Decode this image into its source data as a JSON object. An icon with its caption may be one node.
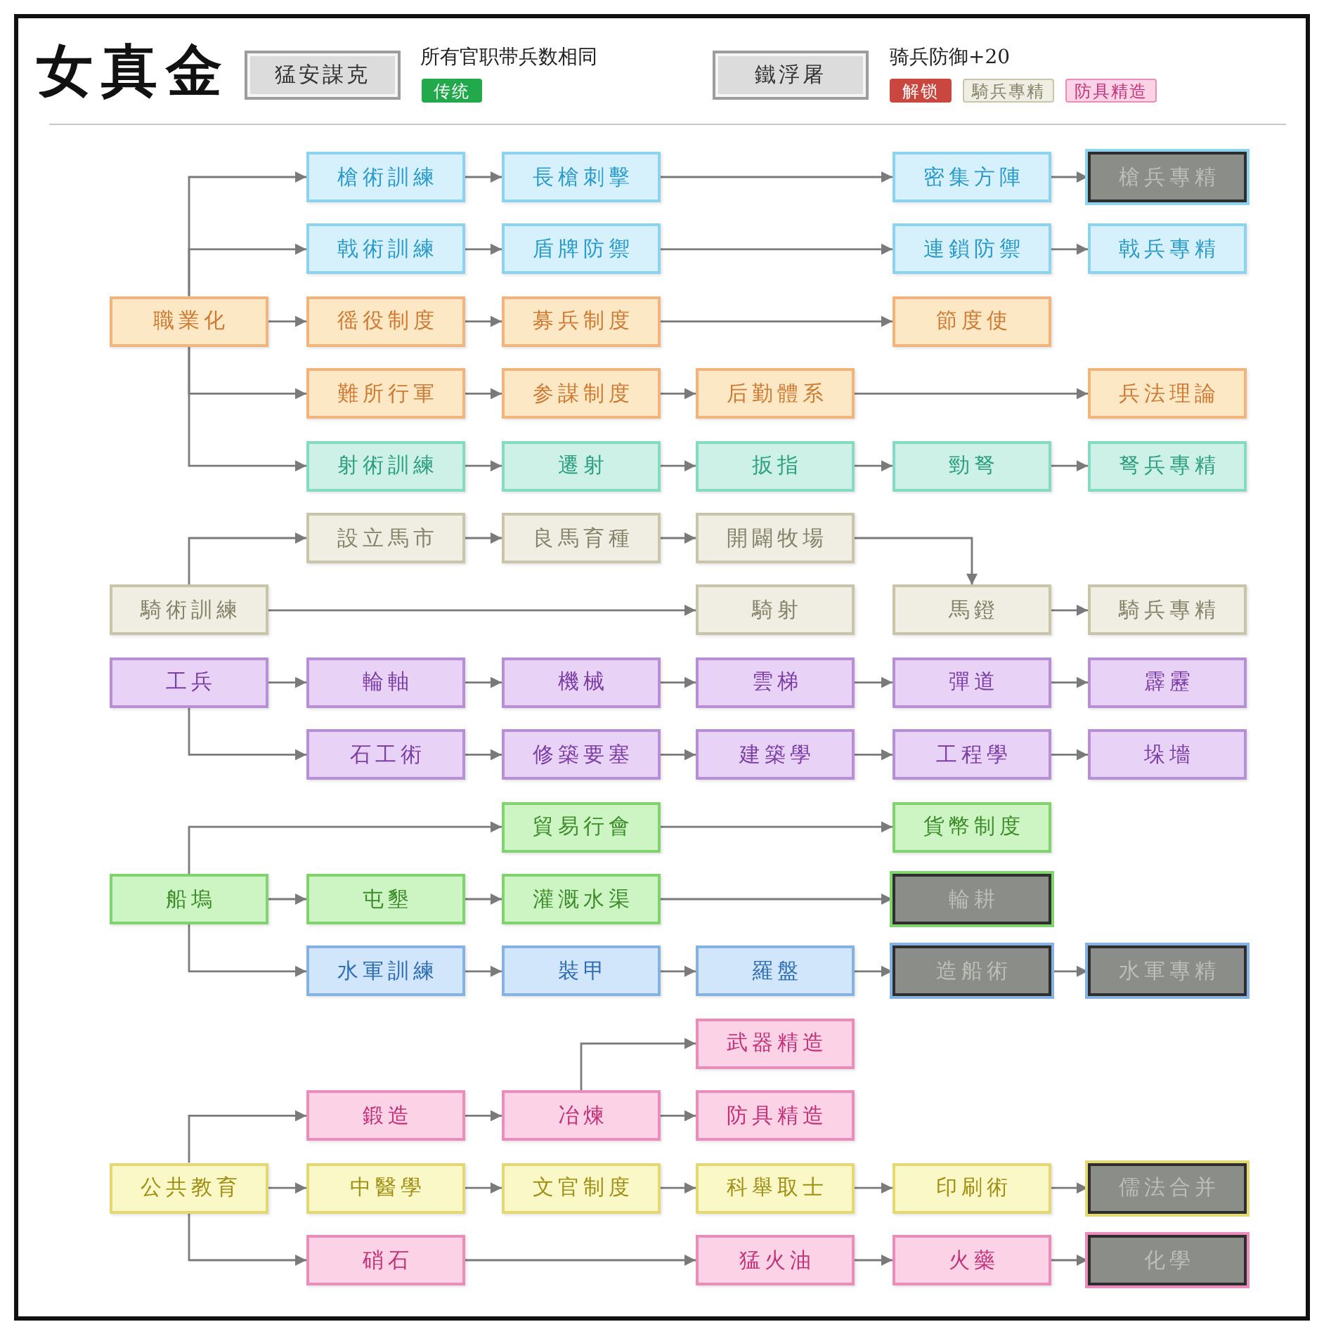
{
  "diagram": {
    "title": "女真金",
    "nodes": [
      {
        "text": [
          "猛安謀克"
        ],
        "beside": [
          "所有官职带兵数相同"
        ]
      },
      {
        "text": [
          "传统"
        ]
      },
      {
        "text": [
          "鐵浮屠"
        ],
        "beside": [
          "骑兵防御+20"
        ]
      },
      {
        "text": [
          "解锁"
        ]
      },
      {
        "text": [
          "騎兵專精"
        ]
      },
      {
        "text": [
          "防具精造"
        ]
      },
      {
        "text": [
          "槍術訓練"
        ]
      },
      {
        "text": [
          "長槍刺擊"
        ]
      },
      {
        "text": [
          "密集方陣"
        ]
      },
      {
        "text": [
          "槍兵專精"
        ]
      },
      {
        "text": [
          "戟術訓練"
        ]
      },
      {
        "text": [
          "盾牌防禦"
        ]
      },
      {
        "text": [
          "連鎖防禦"
        ]
      },
      {
        "text": [
          "戟兵專精"
        ]
      },
      {
        "text": [
          "職業化"
        ]
      },
      {
        "text": [
          "徭役制度"
        ]
      },
      {
        "text": [
          "募兵制度"
        ]
      },
      {
        "text": [
          "節度使"
        ]
      },
      {
        "text": [
          "難所行軍"
        ]
      },
      {
        "text": [
          "参謀制度"
        ]
      },
      {
        "text": [
          "后勤體系"
        ]
      },
      {
        "text": [
          "兵法理論"
        ]
      },
      {
        "text": [
          "射術訓練"
        ]
      },
      {
        "text": [
          "遷射"
        ]
      },
      {
        "text": [
          "扳指"
        ]
      },
      {
        "text": [
          "勁弩"
        ]
      },
      {
        "text": [
          "弩兵專精"
        ]
      },
      {
        "text": [
          "設立馬市"
        ]
      },
      {
        "text": [
          "良馬育種"
        ]
      },
      {
        "text": [
          "開闢牧場"
        ]
      },
      {
        "text": [
          "騎術訓練"
        ]
      },
      {
        "text": [
          "騎射"
        ]
      },
      {
        "text": [
          "馬鐙"
        ]
      },
      {
        "text": [
          "騎兵專精"
        ]
      },
      {
        "text": [
          "工兵"
        ]
      },
      {
        "text": [
          "輪軸"
        ]
      },
      {
        "text": [
          "機械"
        ]
      },
      {
        "text": [
          "雲梯"
        ]
      },
      {
        "text": [
          "彈道"
        ]
      },
      {
        "text": [
          "霹靂"
        ]
      },
      {
        "text": [
          "石工術"
        ]
      },
      {
        "text": [
          "修築要塞"
        ]
      },
      {
        "text": [
          "建築學"
        ]
      },
      {
        "text": [
          "工程學"
        ]
      },
      {
        "text": [
          "垛墻"
        ]
      },
      {
        "text": [
          "貿易行會"
        ]
      },
      {
        "text": [
          "貨幣制度"
        ]
      },
      {
        "text": [
          "船塢"
        ]
      },
      {
        "text": [
          "屯墾"
        ]
      },
      {
        "text": [
          "灌溉水渠"
        ]
      },
      {
        "text": [
          "輪耕"
        ]
      },
      {
        "text": [
          "水軍訓練"
        ]
      },
      {
        "text": [
          "裝甲"
        ]
      },
      {
        "text": [
          "羅盤"
        ]
      },
      {
        "text": [
          "造船術"
        ]
      },
      {
        "text": [
          "水軍專精"
        ]
      },
      {
        "text": [
          "武器精造"
        ]
      },
      {
        "text": [
          "鍛造"
        ]
      },
      {
        "text": [
          "冶煉"
        ]
      },
      {
        "text": [
          "防具精造"
        ]
      },
      {
        "text": [
          "公共教育"
        ]
      },
      {
        "text": [
          "中醫學"
        ]
      },
      {
        "text": [
          "文官制度"
        ]
      },
      {
        "text": [
          "科舉取士"
        ]
      },
      {
        "text": [
          "印刷術"
        ]
      },
      {
        "text": [
          "儒法合并"
        ]
      },
      {
        "text": [
          "硝石"
        ]
      },
      {
        "text": [
          "猛火油"
        ]
      },
      {
        "text": [
          "火藥"
        ]
      },
      {
        "text": [
          "化學"
        ]
      }
    ],
    "edges": [
      {
        "from": 14,
        "to": 6,
        "arrow": "to"
      },
      {
        "from": 6,
        "to": 7,
        "arrow": "to"
      },
      {
        "from": 7,
        "to": 8,
        "arrow": "to"
      },
      {
        "from": 8,
        "to": 9,
        "arrow": "to"
      },
      {
        "from": 14,
        "to": 10,
        "arrow": "to"
      },
      {
        "from": 10,
        "to": 11,
        "arrow": "to"
      },
      {
        "from": 11,
        "to": 12,
        "arrow": "to"
      },
      {
        "from": 12,
        "to": 13,
        "arrow": "to"
      },
      {
        "from": 14,
        "to": 15,
        "arrow": "to"
      },
      {
        "from": 15,
        "to": 16,
        "arrow": "to"
      },
      {
        "from": 16,
        "to": 17,
        "arrow": "to"
      },
      {
        "from": 14,
        "to": 18,
        "arrow": "to"
      },
      {
        "from": 18,
        "to": 19,
        "arrow": "to"
      },
      {
        "from": 19,
        "to": 20,
        "arrow": "to"
      },
      {
        "from": 20,
        "to": 21,
        "arrow": "to"
      },
      {
        "from": 14,
        "to": 22,
        "arrow": "to"
      },
      {
        "from": 22,
        "to": 23,
        "arrow": "to"
      },
      {
        "from": 23,
        "to": 24,
        "arrow": "to"
      },
      {
        "from": 24,
        "to": 25,
        "arrow": "to"
      },
      {
        "from": 25,
        "to": 26,
        "arrow": "to"
      },
      {
        "from": 30,
        "to": 27,
        "arrow": "to"
      },
      {
        "from": 27,
        "to": 28,
        "arrow": "to"
      },
      {
        "from": 28,
        "to": 29,
        "arrow": "to"
      },
      {
        "from": 29,
        "to": 32,
        "arrow": "to"
      },
      {
        "from": 30,
        "to": 31,
        "arrow": "to"
      },
      {
        "from": 32,
        "to": 33,
        "arrow": "to"
      },
      {
        "from": 34,
        "to": 35,
        "arrow": "to"
      },
      {
        "from": 35,
        "to": 36,
        "arrow": "to"
      },
      {
        "from": 36,
        "to": 37,
        "arrow": "to"
      },
      {
        "from": 37,
        "to": 38,
        "arrow": "to"
      },
      {
        "from": 38,
        "to": 39,
        "arrow": "to"
      },
      {
        "from": 34,
        "to": 40,
        "arrow": "to"
      },
      {
        "from": 40,
        "to": 41,
        "arrow": "to"
      },
      {
        "from": 41,
        "to": 42,
        "arrow": "to"
      },
      {
        "from": 42,
        "to": 43,
        "arrow": "to"
      },
      {
        "from": 43,
        "to": 44,
        "arrow": "to"
      },
      {
        "from": 47,
        "to": 45,
        "arrow": "to"
      },
      {
        "from": 45,
        "to": 46,
        "arrow": "to"
      },
      {
        "from": 47,
        "to": 48,
        "arrow": "to"
      },
      {
        "from": 48,
        "to": 49,
        "arrow": "to"
      },
      {
        "from": 49,
        "to": 50,
        "arrow": "to"
      },
      {
        "from": 47,
        "to": 51,
        "arrow": "to"
      },
      {
        "from": 51,
        "to": 52,
        "arrow": "to"
      },
      {
        "from": 52,
        "to": 53,
        "arrow": "to"
      },
      {
        "from": 53,
        "to": 54,
        "arrow": "to"
      },
      {
        "from": 54,
        "to": 55,
        "arrow": "to"
      },
      {
        "from": 60,
        "to": 57,
        "arrow": "to"
      },
      {
        "from": 57,
        "to": 58,
        "arrow": "to"
      },
      {
        "from": 58,
        "to": 56,
        "arrow": "to"
      },
      {
        "from": 58,
        "to": 59,
        "arrow": "to"
      },
      {
        "from": 60,
        "to": 61,
        "arrow": "to"
      },
      {
        "from": 61,
        "to": 62,
        "arrow": "to"
      },
      {
        "from": 62,
        "to": 63,
        "arrow": "to"
      },
      {
        "from": 63,
        "to": 64,
        "arrow": "to"
      },
      {
        "from": 64,
        "to": 65,
        "arrow": "to"
      },
      {
        "from": 60,
        "to": 66,
        "arrow": "to"
      },
      {
        "from": 66,
        "to": 67,
        "arrow": "to"
      },
      {
        "from": 67,
        "to": 68,
        "arrow": "to"
      },
      {
        "from": 68,
        "to": 69,
        "arrow": "to"
      }
    ]
  }
}
